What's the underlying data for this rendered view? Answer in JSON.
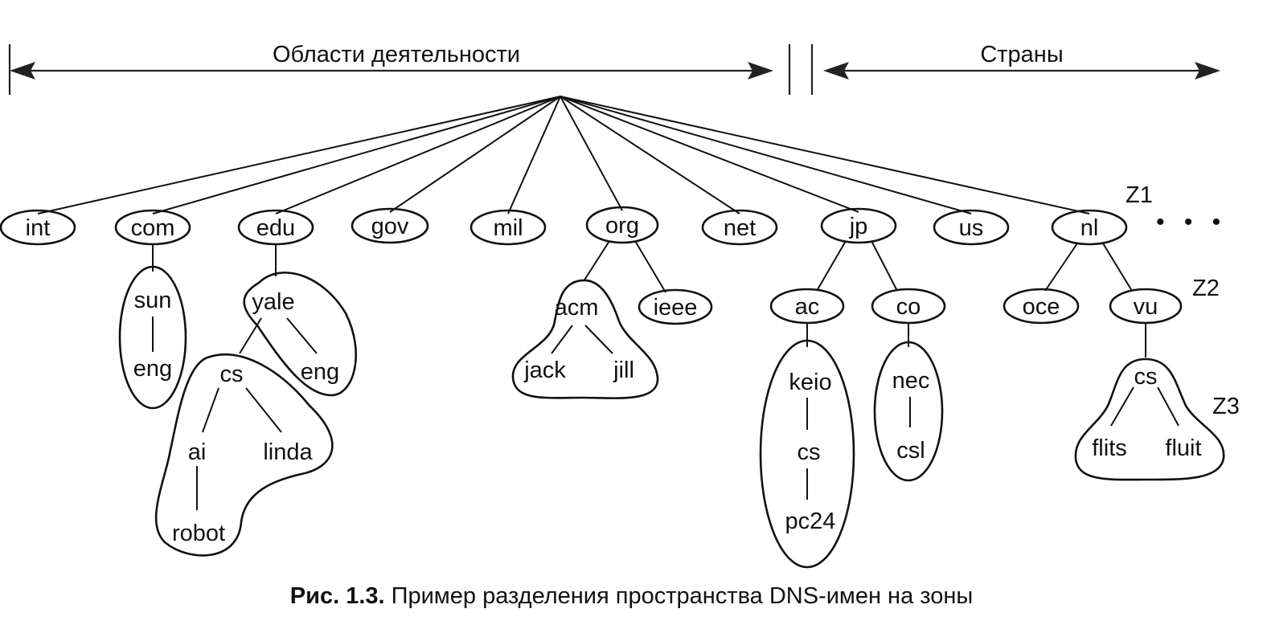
{
  "header": {
    "left_range_label": "Области деятельности",
    "right_range_label": "Страны"
  },
  "top_level": [
    "int",
    "com",
    "edu",
    "gov",
    "mil",
    "org",
    "net",
    "jp",
    "us",
    "nl"
  ],
  "nodes": {
    "com_sun": "sun",
    "com_eng": "eng",
    "edu_yale": "yale",
    "edu_yale_eng": "eng",
    "edu_cs": "cs",
    "edu_ai": "ai",
    "edu_linda": "linda",
    "edu_robot": "robot",
    "org_acm": "acm",
    "org_ieee": "ieee",
    "org_jack": "jack",
    "org_jill": "jill",
    "jp_ac": "ac",
    "jp_co": "co",
    "jp_keio": "keio",
    "jp_cs": "cs",
    "jp_pc24": "pc24",
    "jp_nec": "nec",
    "jp_csl": "csl",
    "nl_oce": "oce",
    "nl_vu": "vu",
    "nl_cs": "cs",
    "nl_flits": "flits",
    "nl_fluit": "fluit"
  },
  "zones": {
    "z1": "Z1",
    "z2": "Z2",
    "z3": "Z3"
  },
  "ellipsis": "• • •",
  "caption": {
    "figure_label": "Рис. 1.3.",
    "text": "Пример разделения пространства DNS-имен на зоны"
  }
}
